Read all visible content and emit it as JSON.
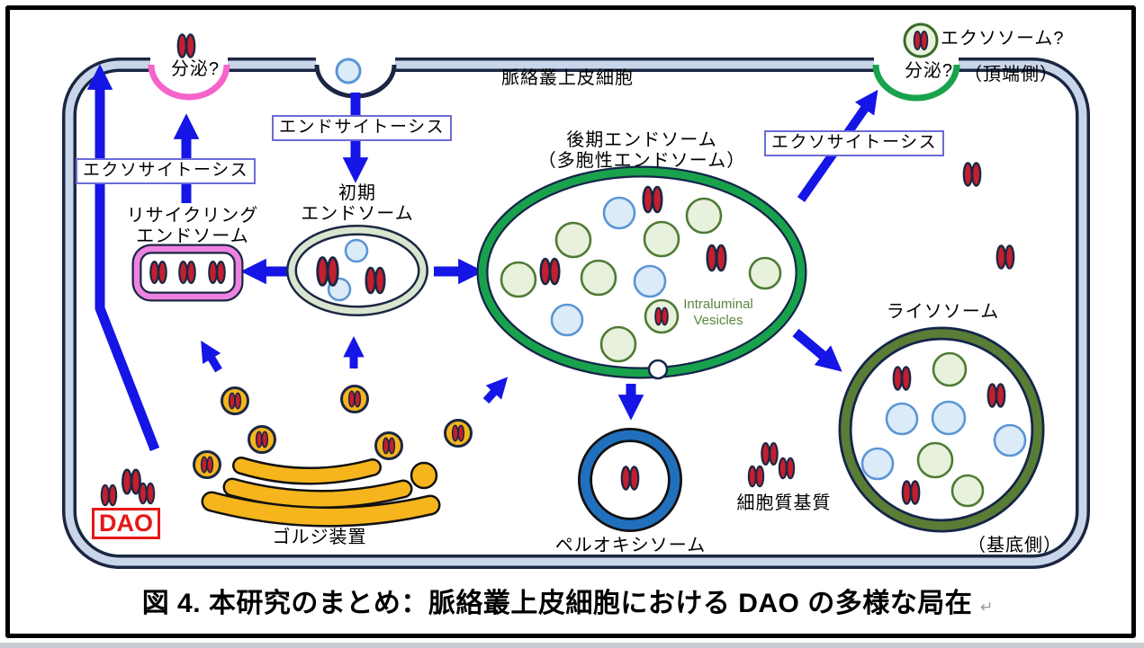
{
  "figure": {
    "cell_name": "脈絡叢上皮細胞",
    "apical_side": "（頂端側）",
    "basal_side": "（基底側）",
    "secretion_left": "分泌?",
    "secretion_right": "分泌?",
    "exosome_question": "エクソソーム?",
    "endocytosis": "エンドサイトーシス",
    "exocytosis_left": "エクソサイトーシス",
    "exocytosis_right": "エクソサイトーシス",
    "recycling_endosome": "リサイクリング\nエンドソーム",
    "early_endosome": "初期\nエンドソーム",
    "late_endosome": "後期エンドソーム\n（多胞性エンドソーム）",
    "intraluminal_vesicles": "Intraluminal\nVesicles",
    "lysosome": "ライソソーム",
    "peroxisome": "ペルオキシソーム",
    "cytosol": "細胞質基質",
    "golgi": "ゴルジ装置",
    "dao": "DAO"
  },
  "caption": {
    "text": "図 4. 本研究のまとめ：脈絡叢上皮細胞における DAO の多様な局在",
    "return_mark": "↵"
  },
  "colors": {
    "arrow_blue": "#1515e6",
    "membrane_navy": "#1b2742",
    "membrane_fill": "#c9d6ea",
    "secretion_pink": "#f663cb",
    "recycling_pink": "#ee82e0",
    "endosome_green": "#19a24c",
    "lysosome_olive": "#5a7d36",
    "peroxisome_blue": "#2170bd",
    "golgi_orange": "#f6b51d",
    "dao_red": "#c21f30",
    "dao_label_red": "#e61717",
    "label_box_border": "#6b6bd8",
    "intraluminal_text": "#59863b"
  }
}
